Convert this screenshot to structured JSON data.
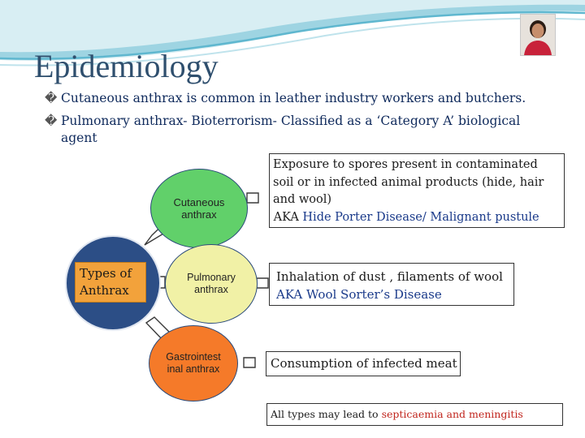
{
  "slide": {
    "title": "Epidemiology",
    "bullets": [
      {
        "text": "Cutaneous anthrax is common in leather industry workers and  butchers."
      },
      {
        "text": "Pulmonary anthrax- Bioterrorism- Classified as a ‘Category A’ biological",
        "continuation": "agent"
      }
    ],
    "bullet_mark": "�"
  },
  "diagram": {
    "center": {
      "line1": "Types of",
      "line2": "Anthrax"
    },
    "types": [
      {
        "line1": "Cutaneous",
        "line2": "anthrax",
        "color": "#61d06a"
      },
      {
        "line1": "Pulmonary",
        "line2": "anthrax",
        "color": "#f1f1a6"
      },
      {
        "line1": "Gastrointest",
        "line2": "inal anthrax",
        "color": "#f57a29"
      }
    ],
    "details": {
      "cutaneous": {
        "l1": "Exposure to spores present in contaminated",
        "l2": "soil or in infected animal products (hide, hair",
        "l3": "and wool)",
        "aka_prefix": " AKA ",
        "aka_name": "Hide Porter Disease/ Malignant pustule"
      },
      "pulmonary": {
        "l1": "Inhalation of dust , filaments of wool",
        "aka": "AKA Wool Sorter’s Disease"
      },
      "gastrointestinal": {
        "l1": "Consumption of infected meat"
      }
    },
    "footer": {
      "prefix": "All types may lead to ",
      "highlight": "septicaemia and meningitis"
    }
  },
  "colors": {
    "title": "#2f4f6e",
    "center_circle": "#2c4e86",
    "center_box": "#f2a23b",
    "highlight": "#c0241c"
  }
}
